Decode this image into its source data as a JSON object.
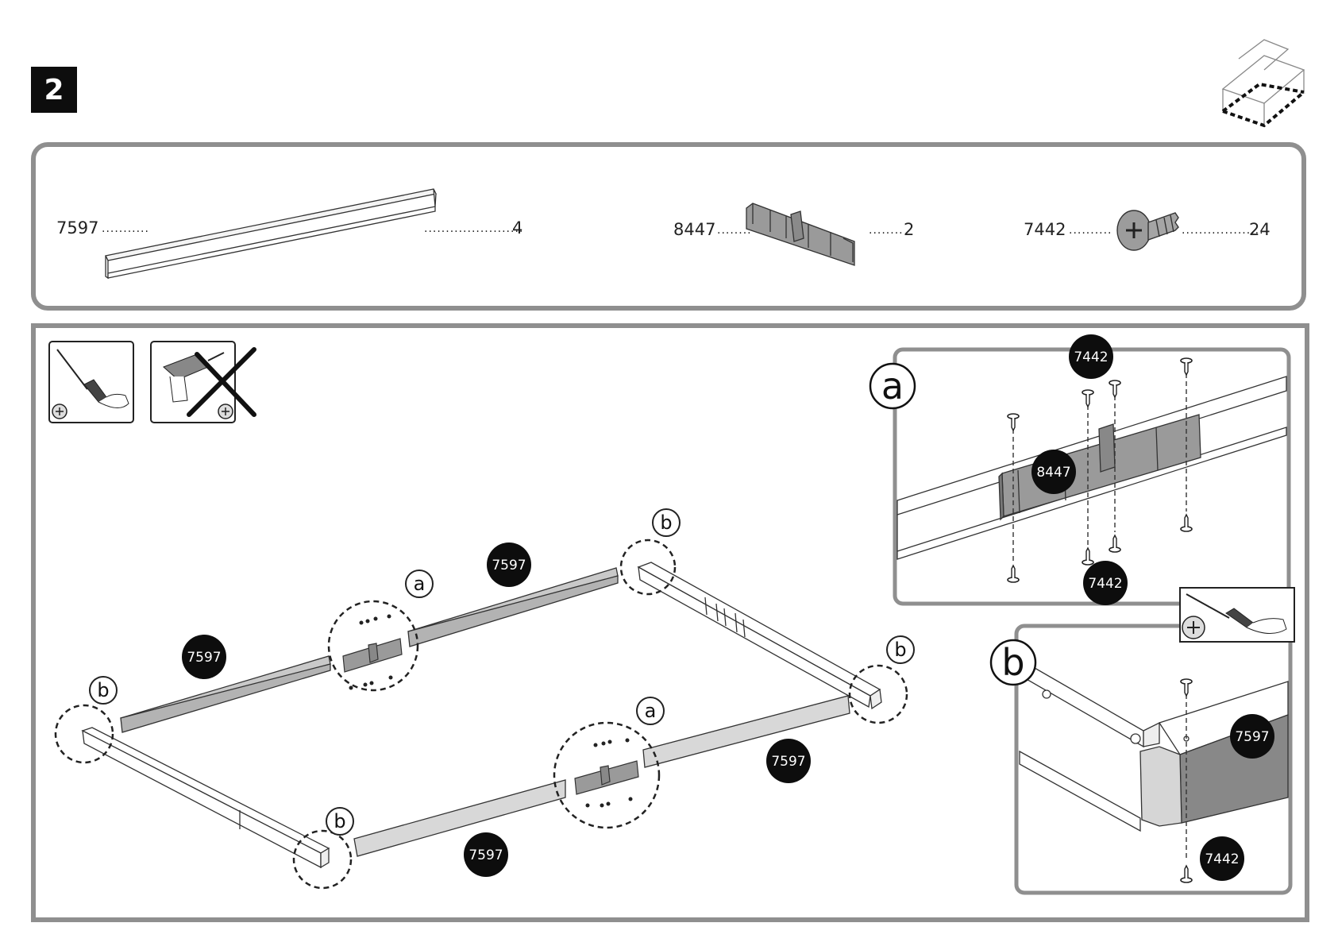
{
  "step": {
    "number": "2"
  },
  "parts": [
    {
      "id": "7597",
      "qty": "4"
    },
    {
      "id": "8447",
      "qty": "2"
    },
    {
      "id": "7442",
      "qty": "24"
    }
  ],
  "callouts": {
    "rail_top_left": "7597",
    "rail_top_right": "7597",
    "rail_bottom_left": "7597",
    "rail_bottom_right": "7597",
    "detail_a_screw_top": "7442",
    "detail_a_connector": "8447",
    "detail_a_screw_bottom": "7442",
    "detail_b_rail": "7597",
    "detail_b_screw": "7442"
  },
  "letters": {
    "a": "a",
    "b": "b"
  },
  "tools": [
    {
      "icon": "screwdriver-icon",
      "allowed": true
    },
    {
      "icon": "power-drill-icon",
      "allowed": false
    }
  ]
}
